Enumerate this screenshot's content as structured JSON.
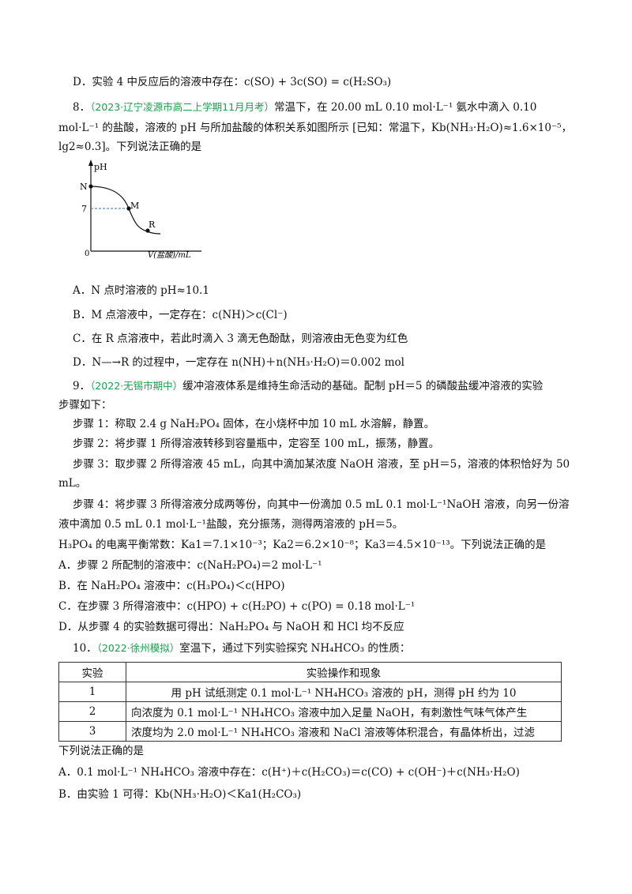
{
  "lines": {
    "l1": "D．实验 4 中反应后的溶液中存在：c(SO) + 3c(SO) = c(H₂SO₃)",
    "q8_num": "8．",
    "q8_src": "（2023·辽宁凌源市高二上学期11月月考）",
    "q8_a": "常温下，在 20.00 mL 0.10  mol·L⁻¹ 氨水中滴入 0.10",
    "q8_b": "mol·L⁻¹ 的盐酸，溶液的 pH 与所加盐酸的体积关系如图所示 [已知：常温下，Kb(NH₃·H₂O)≈1.6×10⁻⁵，",
    "q8_c": "lg2≈0.3]。下列说法正确的是",
    "q8_A": "A．N 点时溶液的 pH≈10.1",
    "q8_B": "B．M 点溶液中，一定存在：c(NH)＞c(Cl⁻)",
    "q8_C": "C．在 R 点溶液中，若此时滴入 3 滴无色酚酞，则溶液由无色变为红色",
    "q8_D": "D．N—→R 的过程中，一定存在 n(NH)＋n(NH₃·H₂O)＝0.002 mol",
    "q9_num": "9．",
    "q9_src": "（2022·无锡市期中）",
    "q9_a": "缓冲溶液体系是维持生命活动的基础。配制 pH＝5 的磷酸盐缓冲溶液的实验",
    "q9_b": "步骤如下：",
    "q9_s1": "步骤 1：称取 2.4 g NaH₂PO₄ 固体，在小烧杯中加 10 mL 水溶解，静置。",
    "q9_s2": "步骤 2：将步骤 1 所得溶液转移到容量瓶中，定容至 100 mL，振荡，静置。",
    "q9_s3a": "步骤 3：取步骤 2 所得溶液 45 mL，向其中滴加某浓度 NaOH 溶液，至 pH＝5，溶液的体积恰好为 50",
    "q9_s3b": "mL。",
    "q9_s4a": "步骤 4：将步骤 3 所得溶液分成两等份，向其中一份滴加 0.5 mL 0.1 mol·L⁻¹NaOH 溶液，向另一份溶",
    "q9_s4b": "液中滴加 0.5 mL 0.1 mol·L⁻¹盐酸，充分振荡，测得两溶液的 pH＝5。",
    "q9_k": "H₃PO₄ 的电离平衡常数：Ka1＝7.1×10⁻³；Ka2＝6.2×10⁻⁸；Ka3＝4.5×10⁻¹³。下列说法正确的是",
    "q9_A": "A．步骤 2 所配制的溶液中：c(NaH₂PO₄)＝2 mol·L⁻¹",
    "q9_B": "B．在 NaH₂PO₄ 溶液中：c(H₃PO₄)＜c(HPO)",
    "q9_C": "C．在步骤 3 所得溶液中：c(HPO) + c(H₂PO) + c(PO) = 0.18 mol·L⁻¹",
    "q9_D": "D．从步骤 4 的实验数据可得出：NaH₂PO₄ 与 NaOH 和 HCl 均不反应",
    "q10_num": "10．",
    "q10_src": "（2022·徐州模拟）",
    "q10_a": "室温下，通过下列实验探究 NH₄HCO₃ 的性质：",
    "q10_after": "下列说法正确的是",
    "q10_A": "A．0.1 mol·L⁻¹  NH₄HCO₃ 溶液中存在：c(H⁺)＋c(H₂CO₃)＝c(CO) + c(OH⁻)＋c(NH₃·H₂O)",
    "q10_B": "B．由实验 1 可得：Kb(NH₃·H₂O)＜Ka1(H₂CO₃)"
  },
  "table": {
    "headers": [
      "实验",
      "实验操作和现象"
    ],
    "rows": [
      {
        "id": "1",
        "text": "用 pH 试纸测定 0.1 mol·L⁻¹  NH₄HCO₃ 溶液的 pH，测得 pH 约为 10"
      },
      {
        "id": "2",
        "text": "向浓度为 0.1 mol·L⁻¹  NH₄HCO₃ 溶液中加入足量 NaOH，有刺激性气味气体产生"
      },
      {
        "id": "3",
        "text": "浓度均为 2.0 mol·L⁻¹  NH₄HCO₃ 溶液和 NaCl 溶液等体积混合，有晶体析出，过滤"
      }
    ]
  },
  "graph": {
    "ylabel": "pH",
    "xlabel": "V(盐酸)/mL",
    "origin": "0",
    "tick_7": "7",
    "point_N": "N",
    "point_M": "M",
    "point_R": "R"
  }
}
